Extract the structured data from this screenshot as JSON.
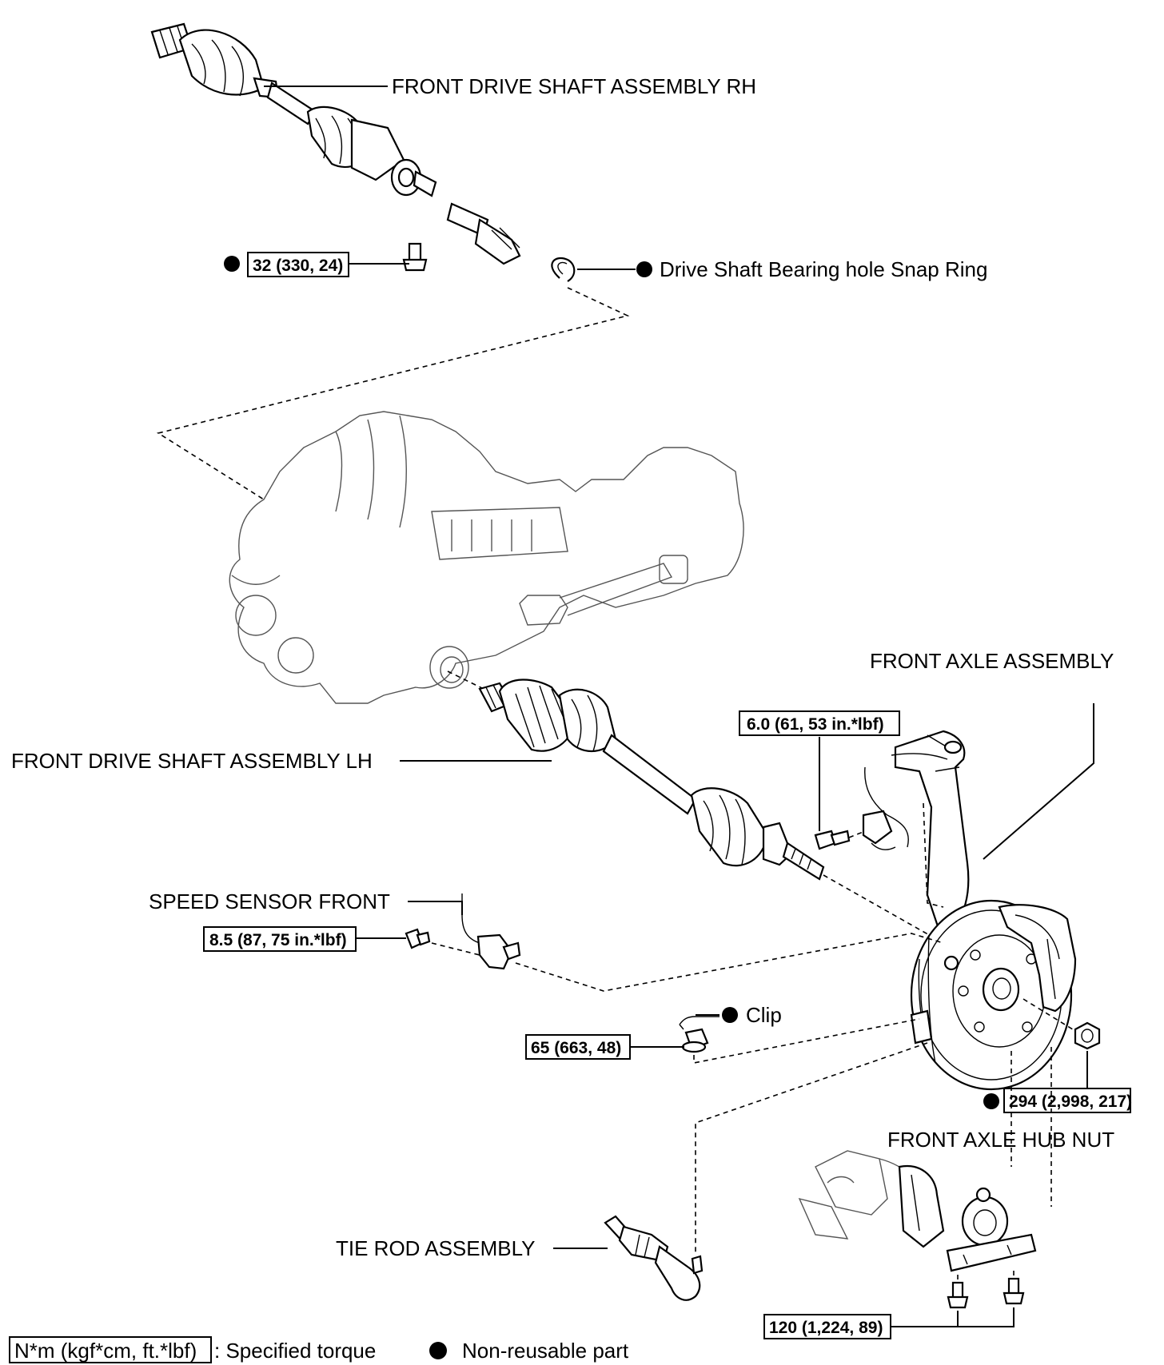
{
  "labels": {
    "front_drive_shaft_rh": "FRONT DRIVE SHAFT ASSEMBLY RH",
    "snap_ring": "Drive Shaft Bearing hole Snap Ring",
    "front_axle_assembly": "FRONT AXLE ASSEMBLY",
    "front_drive_shaft_lh": "FRONT DRIVE SHAFT ASSEMBLY LH",
    "speed_sensor_front": "SPEED SENSOR FRONT",
    "clip": "Clip",
    "front_axle_hub_nut": "FRONT AXLE HUB NUT",
    "tie_rod_assembly": "TIE ROD ASSEMBLY"
  },
  "torques": {
    "rh_bolt": "32 (330, 24)",
    "axle_bolt": "6.0 (61, 53 in.*lbf)",
    "sensor_bolt": "8.5 (87, 75 in.*lbf)",
    "tie_rod_nut": "65 (663, 48)",
    "hub_nut": "294 (2,998, 217)",
    "lower_arm_bolts": "120 (1,224, 89)"
  },
  "legend": {
    "torque_unit": "N*m (kgf*cm, ft.*lbf)",
    "torque_desc": ": Specified torque",
    "nonreusable_desc": "Non-reusable part"
  }
}
